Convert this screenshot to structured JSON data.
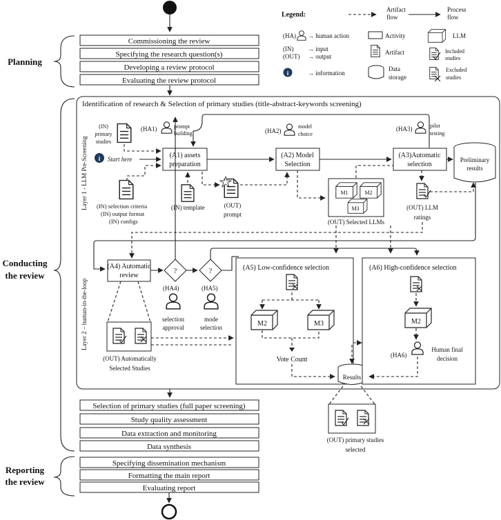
{
  "legend": {
    "title": "Legend:",
    "artifact_flow": [
      "Artifact",
      "flow"
    ],
    "process_flow": [
      "Process",
      "flow"
    ],
    "ha_label": "(HA)",
    "human_action": "→ human action",
    "activity": "Activity",
    "llm": "LLM",
    "in_label": "(IN)",
    "out_label": "(OUT)",
    "input": "→ input",
    "output": "→ output",
    "artifact": "Artifact",
    "included": [
      "Included",
      "studies"
    ],
    "information": "→ information",
    "data_storage": [
      "Data",
      "storage"
    ],
    "excluded": [
      "Excluded",
      "studies"
    ]
  },
  "phases": {
    "planning": "Planning",
    "conducting": [
      "Conducting",
      "the review"
    ],
    "reporting": [
      "Reporting",
      "the review"
    ]
  },
  "planning_steps": [
    "Commissioning the review",
    "Specifying the research question(s)",
    "Developing a review protocol",
    "Evaluating the review protocol"
  ],
  "conducting_steps": [
    "Selection of primary studies (full paper screening)",
    "Study quality assessment",
    "Data extraction and monitoring",
    "Data synthesis"
  ],
  "reporting_steps": [
    "Specifying dissemination mechanism",
    "Formatting the main report",
    "Evaluating report"
  ],
  "identification_title": "Identification of research & Selection of primary studies (title-abstract-keywords screening)",
  "layer1": "Layer 1 - LLM Pre-Screening",
  "layer2": "Layer 2 – human-in-the-loop",
  "layer1_nodes": {
    "in_primary": [
      "(IN)",
      "primary",
      "studies"
    ],
    "start_here": "Start here",
    "ha1": "(HA1)",
    "prompt_building": [
      "prompt",
      "building"
    ],
    "a1": [
      "(A1) assets",
      "preparation"
    ],
    "a2": [
      "(A2) Model",
      "Selection"
    ],
    "ha2": "(HA2)",
    "model_choice": [
      "model",
      "choice"
    ],
    "a3": [
      "(A3)Automatic",
      "selection"
    ],
    "ha3": "(HA3)",
    "pilot_testing": [
      "pilot",
      "testing"
    ],
    "preliminary": [
      "Preliminary",
      "results"
    ],
    "in_selection": [
      "(IN) selection criteria",
      "(IN) output format",
      "(IN) configs"
    ],
    "in_template": "(IN) template",
    "out_prompt": [
      "(OUT)",
      "prompt"
    ],
    "m1": "M1",
    "m2": "M2",
    "m3": "M3",
    "out_selected_llms": "(OUT) Selected LLMs",
    "out_llm_ratings": [
      "(OUT) LLM",
      "ratings"
    ]
  },
  "layer2_nodes": {
    "a4": [
      "(A4) Automatic",
      "review"
    ],
    "decision": "?",
    "ha4": "(HA4)",
    "selection_approval": [
      "selection",
      "approval"
    ],
    "ha5": "(HA5)",
    "mode_selection": [
      "mode",
      "selection"
    ],
    "a5": "(A5) Low-confidence selection",
    "a6": "(A6) High-confidence selection",
    "m2": "M2",
    "m3": "M3",
    "vote_count": "Vote Count",
    "results": "Results",
    "ha6": "(HA6)",
    "human_final": [
      "Human final",
      "decision"
    ],
    "out_auto": [
      "(OUT) Automatically",
      "Selected Studies"
    ],
    "out_primary": [
      "(OUT) primary studies",
      "selected"
    ]
  }
}
